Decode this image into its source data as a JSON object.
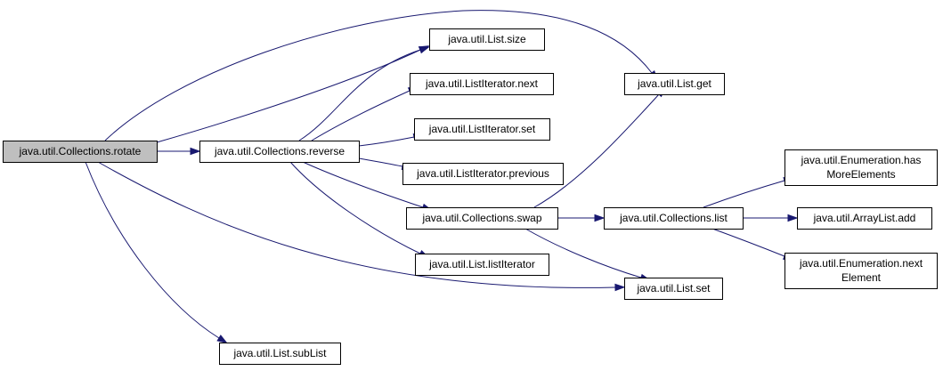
{
  "diagram": {
    "colors": {
      "edge": "#191970",
      "root_fill": "#bfbfbf",
      "node_fill": "#ffffff",
      "border": "#000000"
    },
    "nodes": [
      {
        "id": "rotate",
        "label": [
          "java.util.Collections.rotate"
        ],
        "root": true
      },
      {
        "id": "reverse",
        "label": [
          "java.util.Collections.reverse"
        ]
      },
      {
        "id": "size",
        "label": [
          "java.util.List.size"
        ]
      },
      {
        "id": "linext",
        "label": [
          "java.util.ListIterator.next"
        ]
      },
      {
        "id": "liset",
        "label": [
          "java.util.ListIterator.set"
        ]
      },
      {
        "id": "liprev",
        "label": [
          "java.util.ListIterator.previous"
        ]
      },
      {
        "id": "swap",
        "label": [
          "java.util.Collections.swap"
        ]
      },
      {
        "id": "listiter",
        "label": [
          "java.util.List.listIterator"
        ]
      },
      {
        "id": "sublist",
        "label": [
          "java.util.List.subList"
        ]
      },
      {
        "id": "get",
        "label": [
          "java.util.List.get"
        ]
      },
      {
        "id": "set",
        "label": [
          "java.util.List.set"
        ]
      },
      {
        "id": "clist",
        "label": [
          "java.util.Collections.list"
        ]
      },
      {
        "id": "hasmore",
        "label": [
          "java.util.Enumeration.has",
          "MoreElements"
        ]
      },
      {
        "id": "aladd",
        "label": [
          "java.util.ArrayList.add"
        ]
      },
      {
        "id": "nextel",
        "label": [
          "java.util.Enumeration.next",
          "Element"
        ]
      }
    ],
    "edges": [
      {
        "from": "rotate",
        "to": "reverse"
      },
      {
        "from": "rotate",
        "to": "size"
      },
      {
        "from": "rotate",
        "to": "get"
      },
      {
        "from": "rotate",
        "to": "set"
      },
      {
        "from": "rotate",
        "to": "sublist"
      },
      {
        "from": "reverse",
        "to": "size"
      },
      {
        "from": "reverse",
        "to": "linext"
      },
      {
        "from": "reverse",
        "to": "liset"
      },
      {
        "from": "reverse",
        "to": "liprev"
      },
      {
        "from": "reverse",
        "to": "swap"
      },
      {
        "from": "reverse",
        "to": "listiter"
      },
      {
        "from": "swap",
        "to": "get"
      },
      {
        "from": "swap",
        "to": "set"
      },
      {
        "from": "swap",
        "to": "clist"
      },
      {
        "from": "clist",
        "to": "hasmore"
      },
      {
        "from": "clist",
        "to": "aladd"
      },
      {
        "from": "clist",
        "to": "nextel"
      }
    ]
  }
}
